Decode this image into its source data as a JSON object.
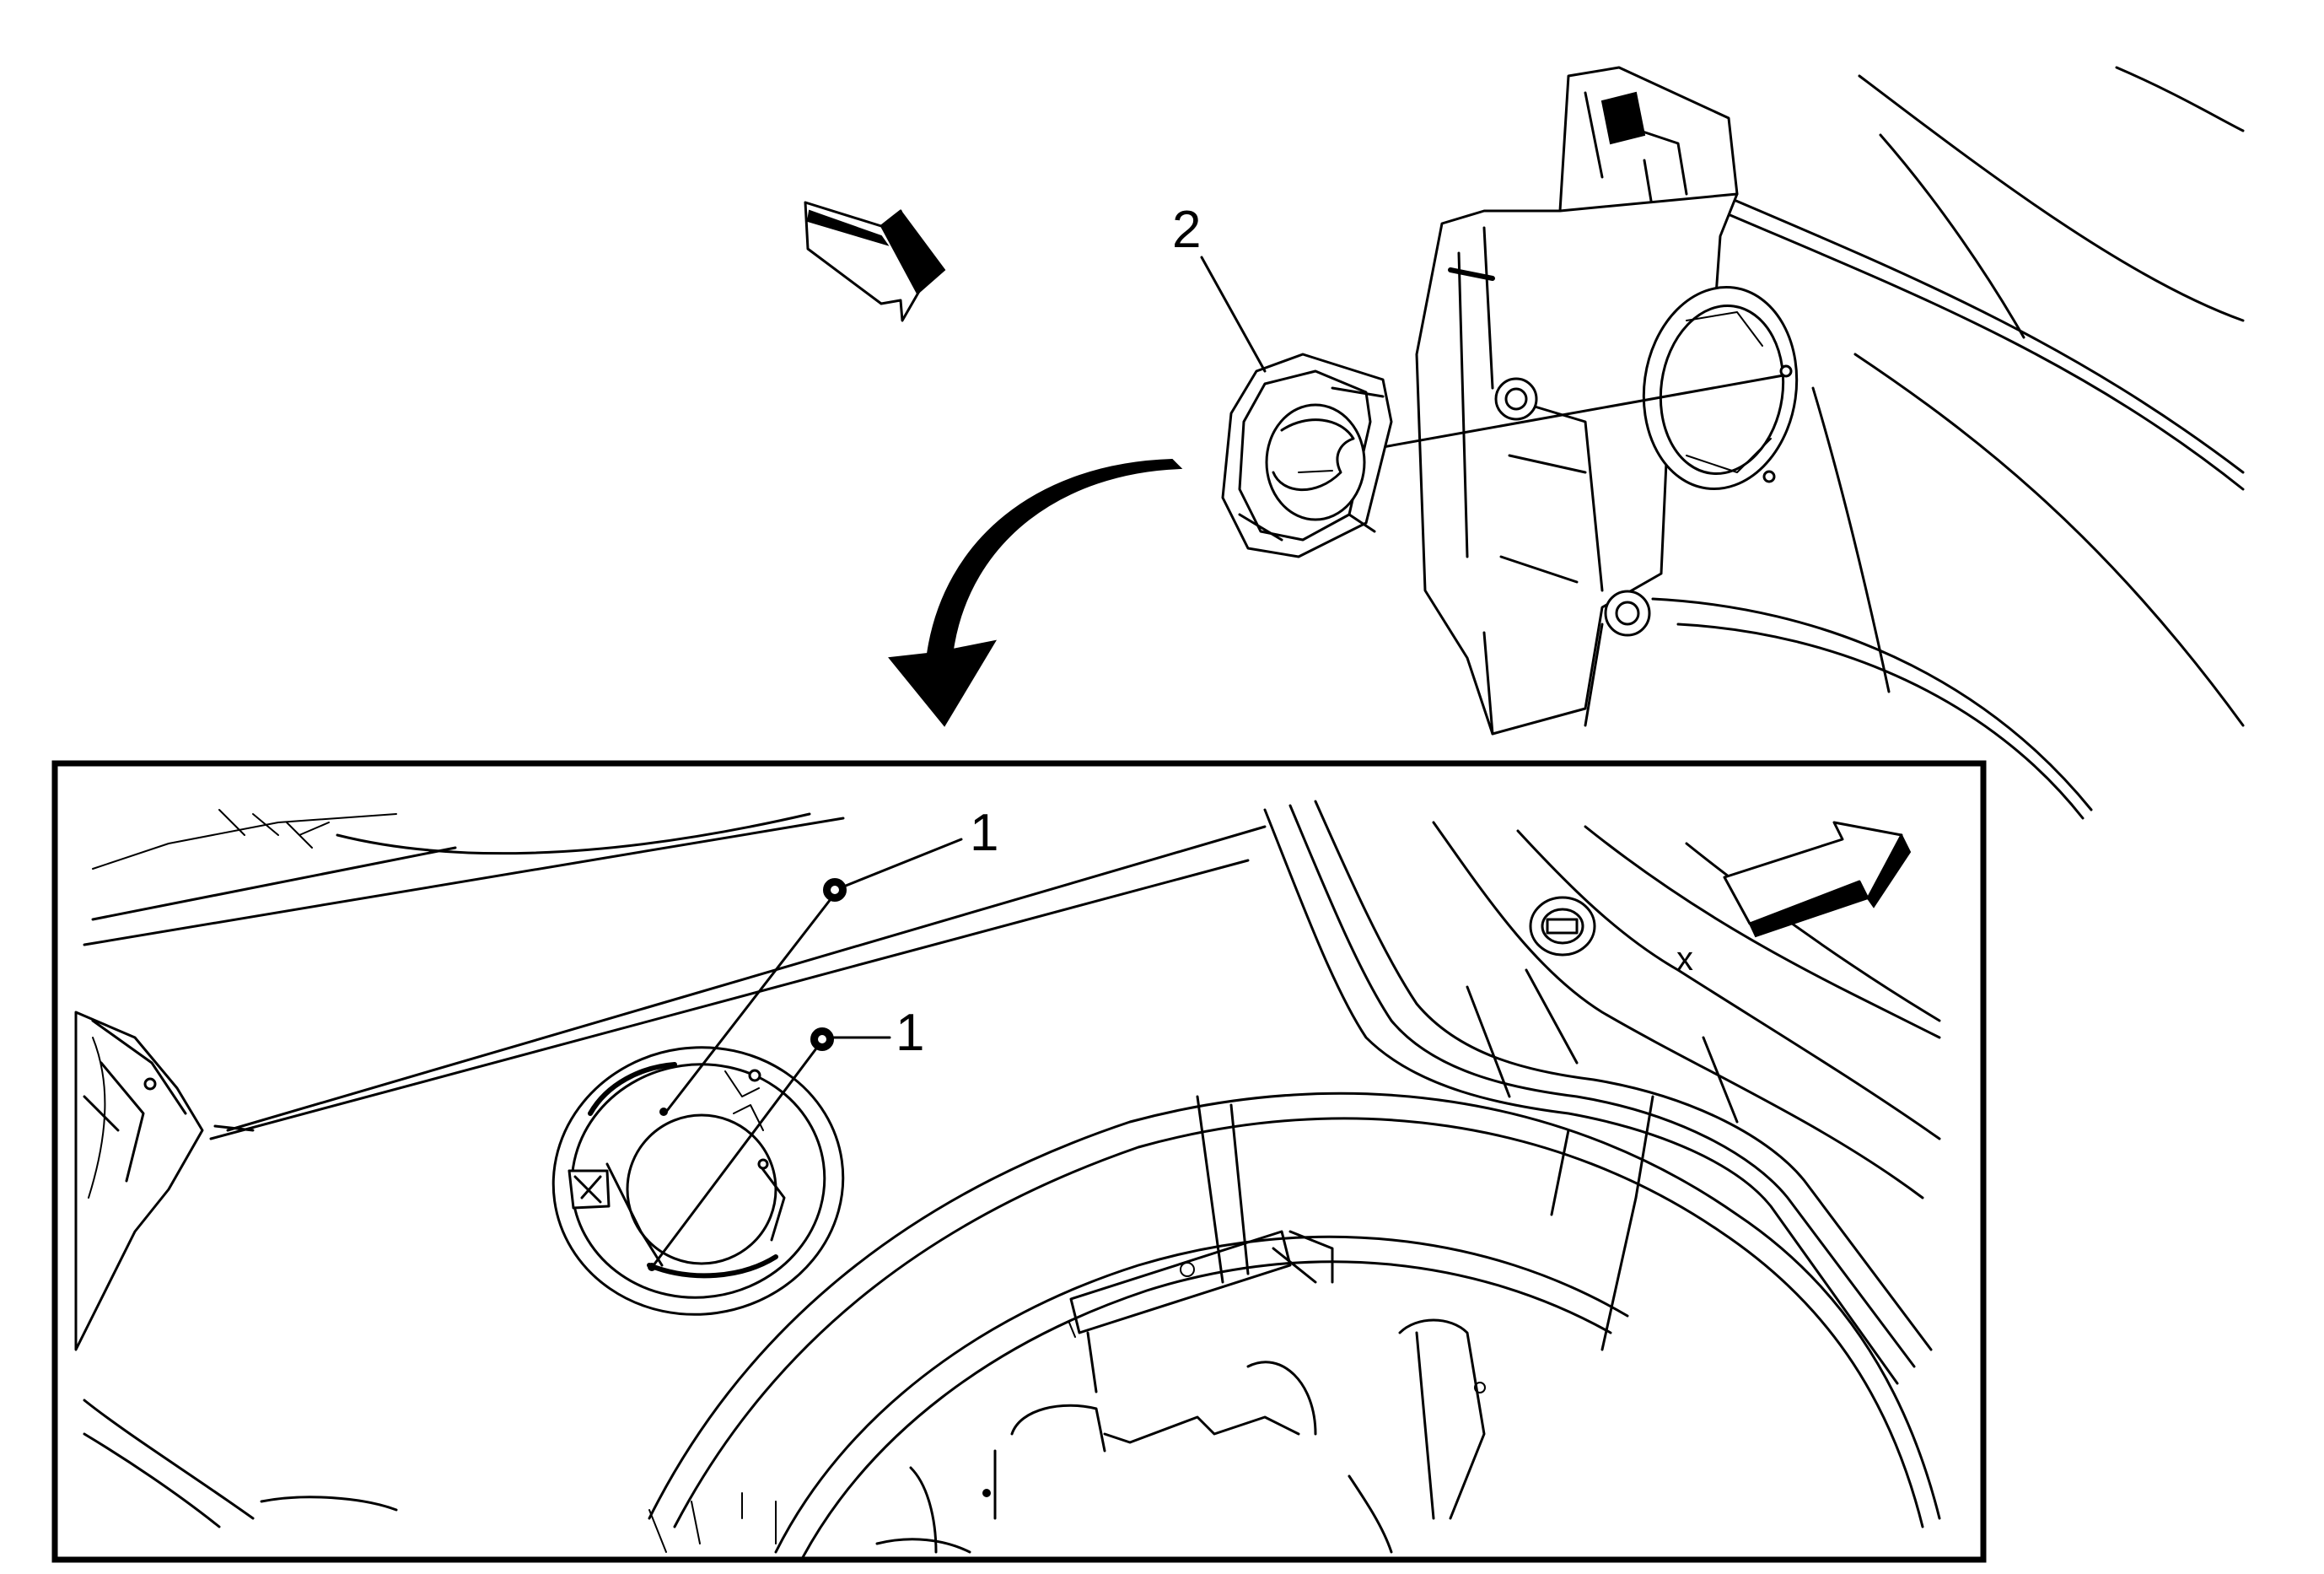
{
  "callouts": {
    "part_2": "2",
    "part_1_upper": "1",
    "part_1_lower": "1"
  },
  "detail_marks": {
    "x_mark": "x"
  }
}
